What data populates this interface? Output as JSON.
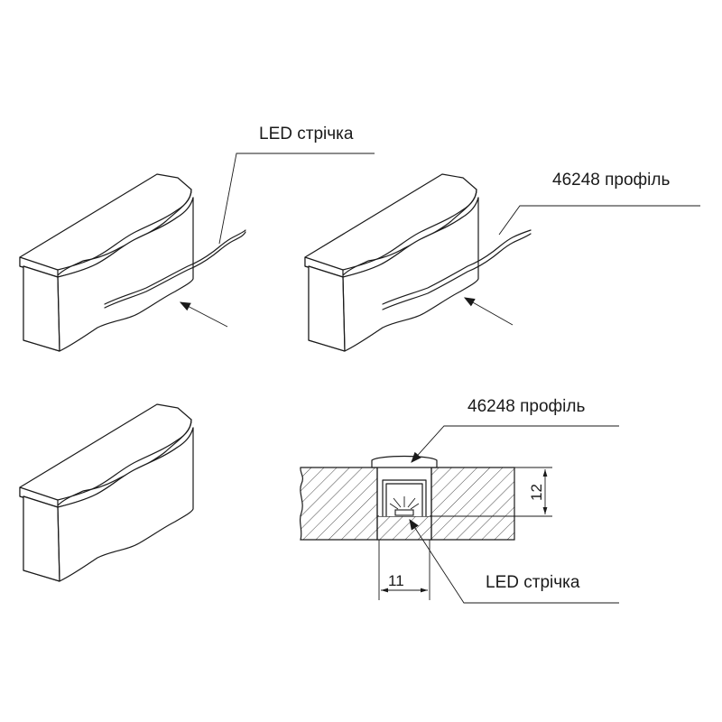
{
  "labels": {
    "led_strip_top": "LED стрічка",
    "profile_top": "46248 профіль",
    "profile_section": "46248 профіль",
    "led_strip_section": "LED стрічка"
  },
  "dimensions": {
    "depth": "12",
    "width": "11"
  }
}
